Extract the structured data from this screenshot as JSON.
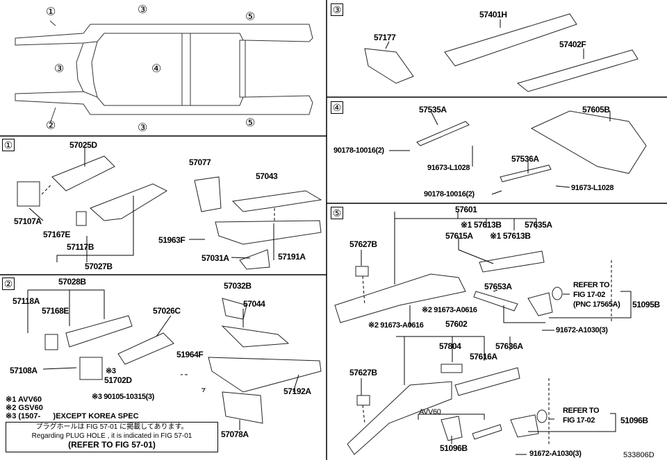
{
  "overview": {
    "markers": [
      "①",
      "③",
      "⑤",
      "③",
      "④",
      "②",
      "③",
      "⑤"
    ]
  },
  "section_markers": [
    "①",
    "②",
    "③",
    "④",
    "⑤"
  ],
  "s1": [
    "57025D",
    "57107A",
    "57167E",
    "57117B",
    "57027B",
    "57077",
    "57043",
    "51963F",
    "57031A",
    "57191A"
  ],
  "s2": [
    "57028B",
    "57118A",
    "57168E",
    "57026C",
    "57108A",
    "※3",
    "51702D",
    "57032B",
    "57044",
    "51964F",
    "57192A",
    "57078A",
    "※3 90105-10315(3)"
  ],
  "notes": [
    "※1 AVV60",
    "※2 GSV60",
    "※3 (1507-      )EXCEPT KOREA SPEC"
  ],
  "plug_box": {
    "jp": "プラグホールは FIG 57-01 に掲載してあります。",
    "en": "Regarding PLUG HOLE , it is indicated in FIG 57-01",
    "ref": "(REFER TO FIG 57-01)"
  },
  "s3": [
    "57177",
    "57401H",
    "57402F"
  ],
  "s4": [
    "57535A",
    "57605B",
    "90178-10016(2)",
    "91673-L1028",
    "57536A",
    "90178-10016(2)",
    "91673-L1028"
  ],
  "s5": [
    "57601",
    "※1 57613B",
    "57635A",
    "57615A",
    "※1 57613B",
    "57627B",
    "57653A",
    "REFER TO",
    "FIG 17-02",
    "(PNC 17565A)",
    "51095B",
    "※2 91673-A0616",
    "※2 91673-A0616",
    "57602",
    "91672-A1030(3)",
    "57804",
    "57636A",
    "57616A",
    "57627B",
    "AVV60",
    "REFER TO",
    "FIG 17-02",
    "51096B",
    "51096B",
    "91672-A1030(3)"
  ],
  "catalog_id": "533806D"
}
